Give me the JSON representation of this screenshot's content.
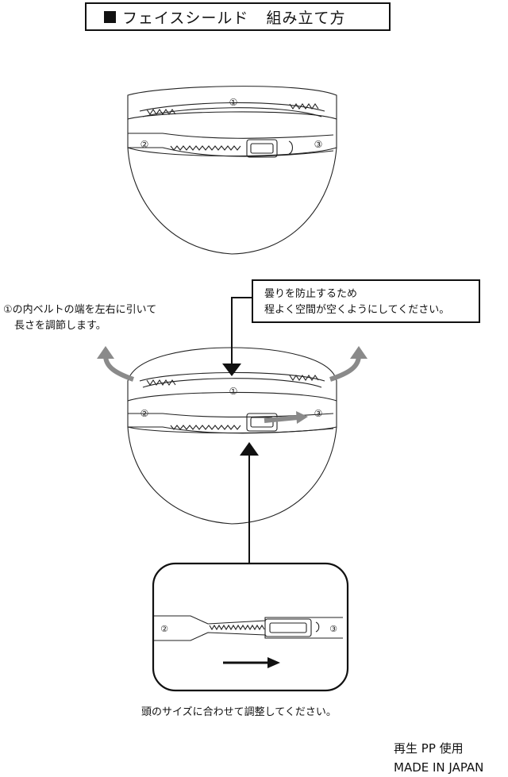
{
  "title": {
    "text": "フェイスシールド",
    "subtitle": "組み立て方"
  },
  "labels": {
    "one": "①",
    "two": "②",
    "three": "③"
  },
  "instructions": {
    "left_line1": "①の内ベルトの端を左右に引いて",
    "left_line2": "長さを調節します。",
    "callout_line1": "曇りを防止するため",
    "callout_line2": "程よく空間が空くようにしてください。",
    "bottom": "頭のサイズに合わせて調整してください。"
  },
  "footer": {
    "material": "再生 PP 使用",
    "origin": "MADE IN JAPAN"
  }
}
